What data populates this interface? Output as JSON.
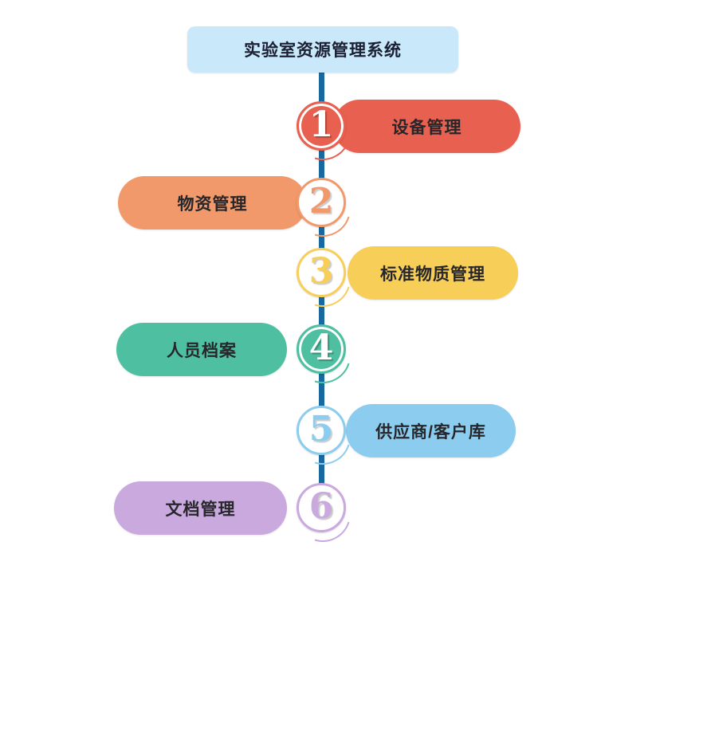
{
  "title": "实验室资源管理系统",
  "colors": {
    "title_bg": "#C9E9FA",
    "line": "#17699F",
    "label_text": "#26262B"
  },
  "items": [
    {
      "number": "1",
      "label": "设备管理",
      "color": "#E8604F",
      "side": "right"
    },
    {
      "number": "2",
      "label": "物资管理",
      "color": "#F2996B",
      "side": "left"
    },
    {
      "number": "3",
      "label": "标准物质管理",
      "color": "#F7CE58",
      "side": "right"
    },
    {
      "number": "4",
      "label": "人员档案",
      "color": "#4EC0A1",
      "side": "left"
    },
    {
      "number": "5",
      "label": "供应商/客户库",
      "color": "#8CCDEF",
      "side": "right"
    },
    {
      "number": "6",
      "label": "文档管理",
      "color": "#CAA9DE",
      "side": "left"
    }
  ]
}
